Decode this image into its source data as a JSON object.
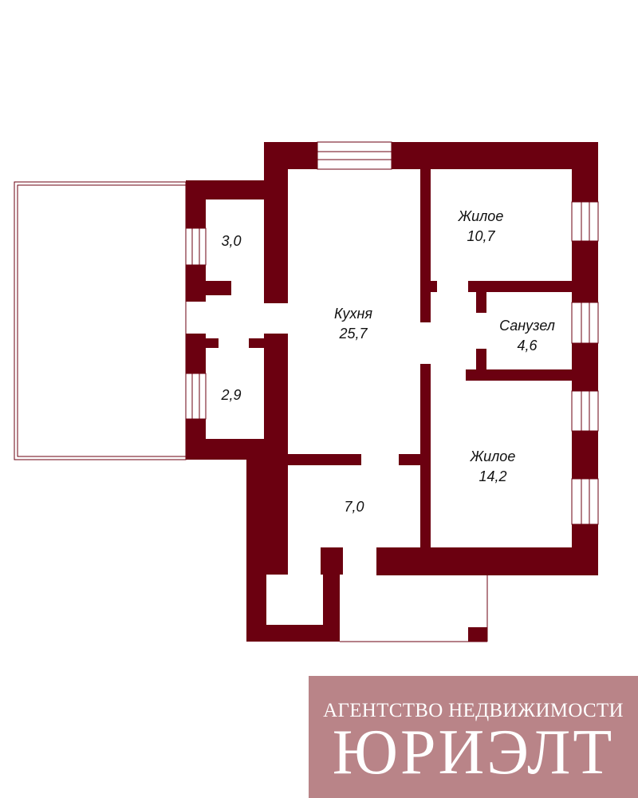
{
  "colors": {
    "wall": "#6b0010",
    "background": "#ffffff",
    "logo_background": "#b98488",
    "logo_text": "#ffffff"
  },
  "rooms": [
    {
      "id": "room-1",
      "name": "Жилое",
      "area": "10,7"
    },
    {
      "id": "room-2",
      "name": "Кухня",
      "area": "25,7"
    },
    {
      "id": "room-3",
      "name": "Санузел",
      "area": "4,6"
    },
    {
      "id": "room-4",
      "name": "Жилое",
      "area": "14,2"
    },
    {
      "id": "room-5",
      "name": "",
      "area": "3,0"
    },
    {
      "id": "room-6",
      "name": "",
      "area": "2,9"
    },
    {
      "id": "room-7",
      "name": "",
      "area": "7,0"
    }
  ],
  "logo": {
    "agency": "АГЕНТСТВО НЕДВИЖИМОСТИ",
    "brand": "ЮРИЭЛТ"
  }
}
